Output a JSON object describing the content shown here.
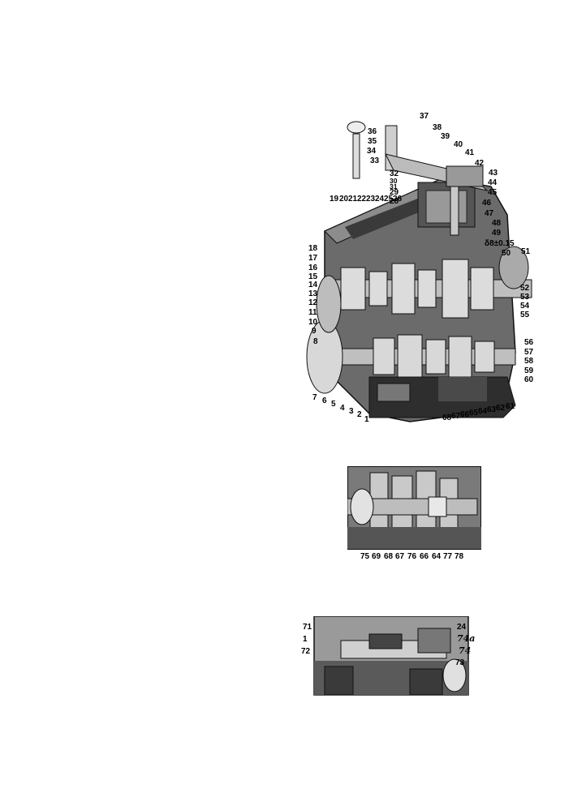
{
  "figures": [
    {
      "name": "gearbox-cutaway",
      "labels": [
        "1",
        "2",
        "3",
        "4",
        "5",
        "6",
        "7",
        "8",
        "9",
        "10",
        "11",
        "12",
        "13",
        "14",
        "15",
        "16",
        "17",
        "18",
        "19",
        "20",
        "21",
        "22",
        "23",
        "24",
        "25",
        "26",
        "27",
        "28",
        "29",
        "30",
        "31",
        "32",
        "33",
        "34",
        "35",
        "36",
        "37",
        "38",
        "39",
        "40",
        "41",
        "42",
        "43",
        "44",
        "45",
        "46",
        "47",
        "48",
        "49",
        "50",
        "51",
        "52",
        "53",
        "54",
        "55",
        "56",
        "57",
        "58",
        "59",
        "60",
        "61",
        "62",
        "63",
        "64",
        "65",
        "66",
        "67",
        "68"
      ],
      "clearance_note": "δ8±0.15"
    },
    {
      "name": "shaft-detail",
      "labels": [
        "75",
        "69",
        "68",
        "67",
        "76",
        "66",
        "64",
        "77",
        "78"
      ]
    },
    {
      "name": "shift-detail",
      "labels": [
        "71",
        "1",
        "72",
        "24",
        "74a",
        "74",
        "73"
      ]
    }
  ]
}
